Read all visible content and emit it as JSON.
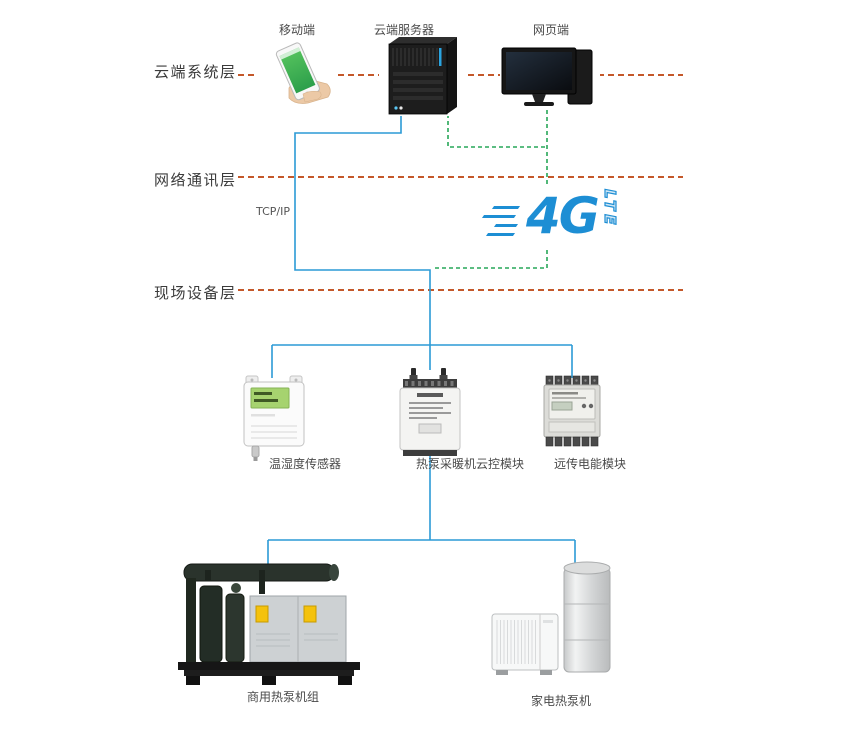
{
  "layers": [
    {
      "label": "云端系统层"
    },
    {
      "label": "网络通讯层"
    },
    {
      "label": "现场设备层"
    }
  ],
  "cloud_layer": {
    "devices": [
      {
        "label": "移动端"
      },
      {
        "label": "云端服务器"
      },
      {
        "label": "网页端"
      }
    ]
  },
  "network_layer": {
    "protocol": "TCP/IP",
    "logo": {
      "main": "4G",
      "sub": "LTE"
    }
  },
  "field_layer": {
    "devices": [
      {
        "label": "温湿度传感器"
      },
      {
        "label": "热泵采暖机云控模块"
      },
      {
        "label": "远传电能模块"
      }
    ]
  },
  "equipment": [
    {
      "label": "商用热泵机组"
    },
    {
      "label": "家电热泵机"
    }
  ],
  "colors": {
    "layer_divider": "#c4582a",
    "link_blue": "#2b9ad5",
    "link_green": "#27a758",
    "logo_blue": "#1d8ed4"
  }
}
